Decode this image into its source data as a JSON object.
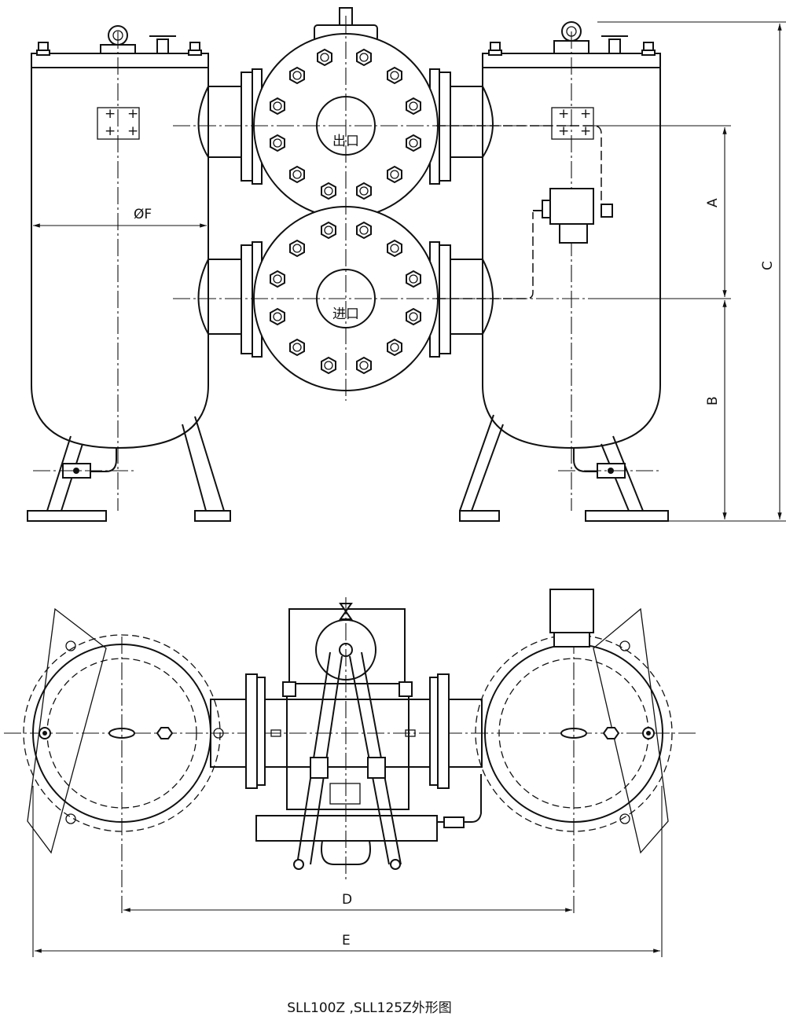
{
  "labels": {
    "phi_f": "ØF",
    "dim_a": "A",
    "dim_b": "B",
    "dim_c": "C",
    "dim_d": "D",
    "dim_e": "E"
  },
  "ports": {
    "outlet": "出口",
    "inlet": "进口"
  },
  "caption": "SLL100Z ,SLL125Z外形图"
}
